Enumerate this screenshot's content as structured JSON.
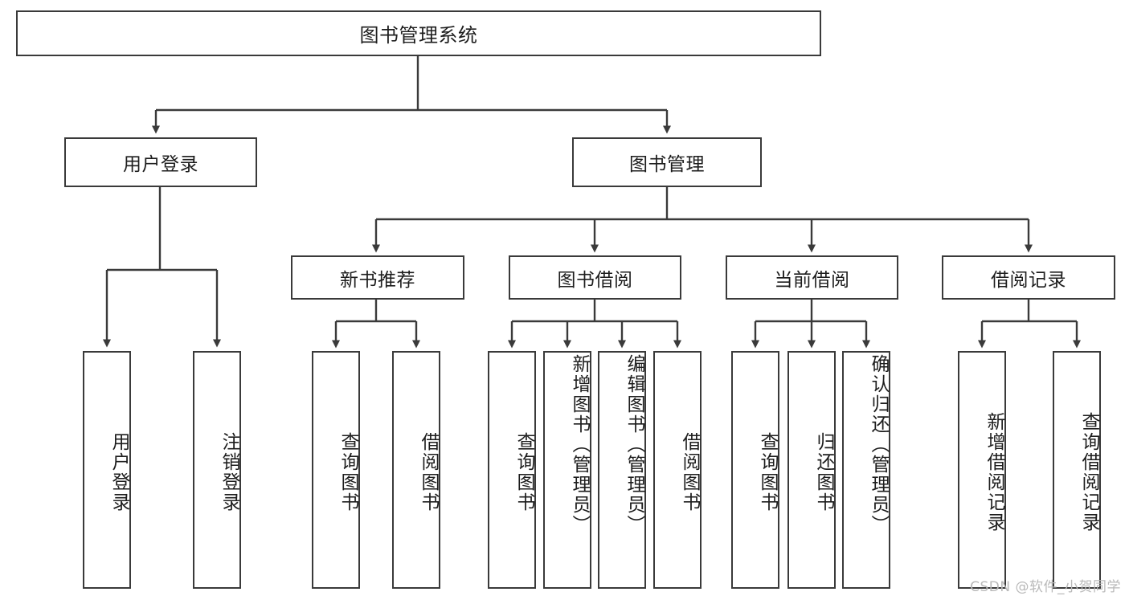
{
  "diagram": {
    "title": "图书管理系统",
    "root": {
      "label": "图书管理系统"
    },
    "level2": {
      "user_login": "用户登录",
      "book_management": "图书管理"
    },
    "level3": {
      "new_book_recommend": "新书推荐",
      "book_borrow": "图书借阅",
      "current_borrow": "当前借阅",
      "borrow_record": "借阅记录"
    },
    "leaves": {
      "user_login_1": "用户登录",
      "user_login_2": "注销登录",
      "new_book_1": "查询图书",
      "new_book_2": "借阅图书",
      "book_borrow_1": "查询图书",
      "book_borrow_2": "新增图书（管理员）",
      "book_borrow_3": "编辑图书（管理员）",
      "book_borrow_4": "借阅图书",
      "current_borrow_1": "查询图书",
      "current_borrow_2": "归还图书",
      "current_borrow_3": "确认归还（管理员）",
      "borrow_record_1": "新增借阅记录",
      "borrow_record_2": "查询借阅记录"
    },
    "watermark": "CSDN @软件_小贺同学",
    "colors": {
      "border": "#3a3a3a",
      "text": "#1d1d1d",
      "background": "#ffffff",
      "watermark": "#b9b9b9"
    }
  }
}
